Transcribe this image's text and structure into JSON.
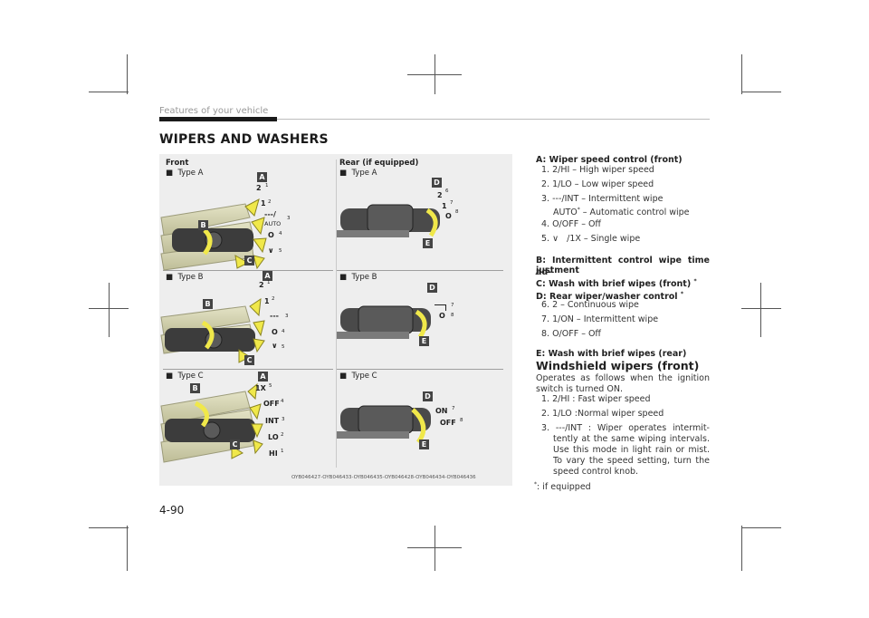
{
  "header": {
    "section": "Features of your vehicle"
  },
  "page_title": "WIPERS AND WASHERS",
  "figure": {
    "front_label": "Front",
    "rear_label": "Rear (if equipped)",
    "type_a": "Type A",
    "type_b": "Type B",
    "type_c": "Type C",
    "caption": "OYB046427-OYB046433-OYB046435-OYB046428-OYB046434-OYB046436",
    "badges": {
      "a": "A",
      "b": "B",
      "c": "C",
      "d": "D",
      "e": "E"
    },
    "front_a_symbols": {
      "s1": "2",
      "s2": "1",
      "s3": "---/",
      "s3b": "AUTO",
      "s4": "O",
      "s5": "∨"
    },
    "front_b_symbols": {
      "s1": "2",
      "s2": "1",
      "s3": "---",
      "s4": "O",
      "s5": "∨"
    },
    "front_c_symbols": {
      "s1": "1X",
      "s2": "OFF",
      "s3": "INT",
      "s4": "LO",
      "s5": "HI"
    },
    "rear_a_symbols": {
      "s6": "2",
      "s7": "1",
      "s8": "O"
    },
    "rear_c_symbols": {
      "s7": "ON",
      "s8": "OFF"
    },
    "numbers": {
      "n1": "1",
      "n2": "2",
      "n3": "3",
      "n4": "4",
      "n5": "5",
      "n6": "6",
      "n7": "7",
      "n8": "8"
    }
  },
  "right_text": {
    "a_heading": "A: Wiper speed control (front)",
    "a_items": [
      "1. 2/HI – High wiper speed",
      "2. 1/LO – Low wiper speed",
      "3. ---/INT – Intermittent wipe",
      "AUTO",
      "– Automatic control wipe",
      "4. O/OFF – Off",
      "5.",
      "/1X – Single wipe"
    ],
    "b_heading_1": "B: Intermittent control wipe time ad-",
    "b_heading_2": "justment",
    "c_heading": "C: Wash with brief wipes (front)",
    "d_heading": "D: Rear wiper/washer control",
    "d_items": [
      "6. 2 – Continuous wipe",
      "7. 1/ON – Intermittent wipe",
      "8. O/OFF – Off"
    ],
    "e_heading": "E: Wash with brief wipes (rear)",
    "windshield_heading": "Windshield wipers (front)",
    "intro_1": "Operates as follows when the ignition",
    "intro_2": "switch is turned ON.",
    "w_items": [
      "1. 2/HI : Fast wiper speed",
      "2. 1/LO :Normal wiper speed",
      "3. ---/INT : Wiper operates intermit-",
      "tently at the same wiping intervals.",
      "Use this mode in light rain or mist.",
      "To vary the speed setting, turn the",
      "speed control knob."
    ],
    "footnote_mark": "*",
    "asterisk": "*",
    "footnote": ": if equipped"
  },
  "page_number": "4-90",
  "colors": {
    "stalk_fill": "#d6d6b2",
    "arrow": "#f0e84a",
    "badge": "#444444"
  }
}
